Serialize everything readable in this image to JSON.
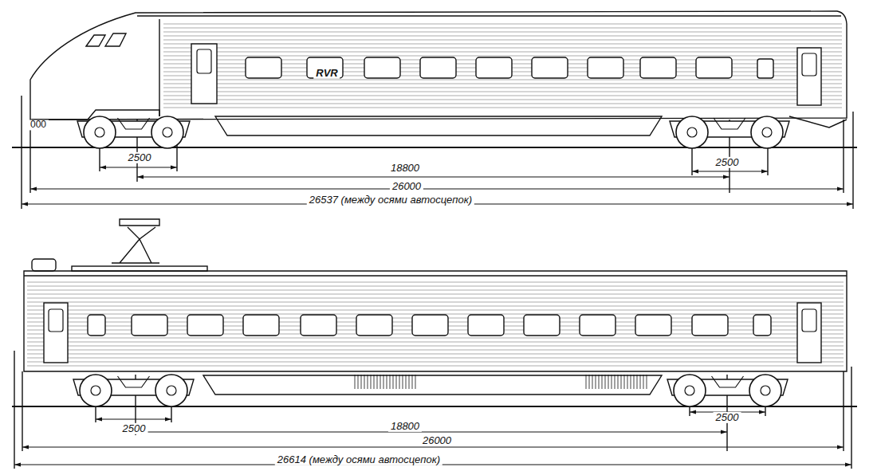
{
  "diagram": {
    "labels": [
      "RVR",
      "000",
      "2500",
      "2500",
      "18800",
      "26000",
      "26537 (между осями автосцепок)",
      "2500",
      "2500",
      "18800",
      "26000",
      "26614 (между осями автосцепок)"
    ]
  }
}
